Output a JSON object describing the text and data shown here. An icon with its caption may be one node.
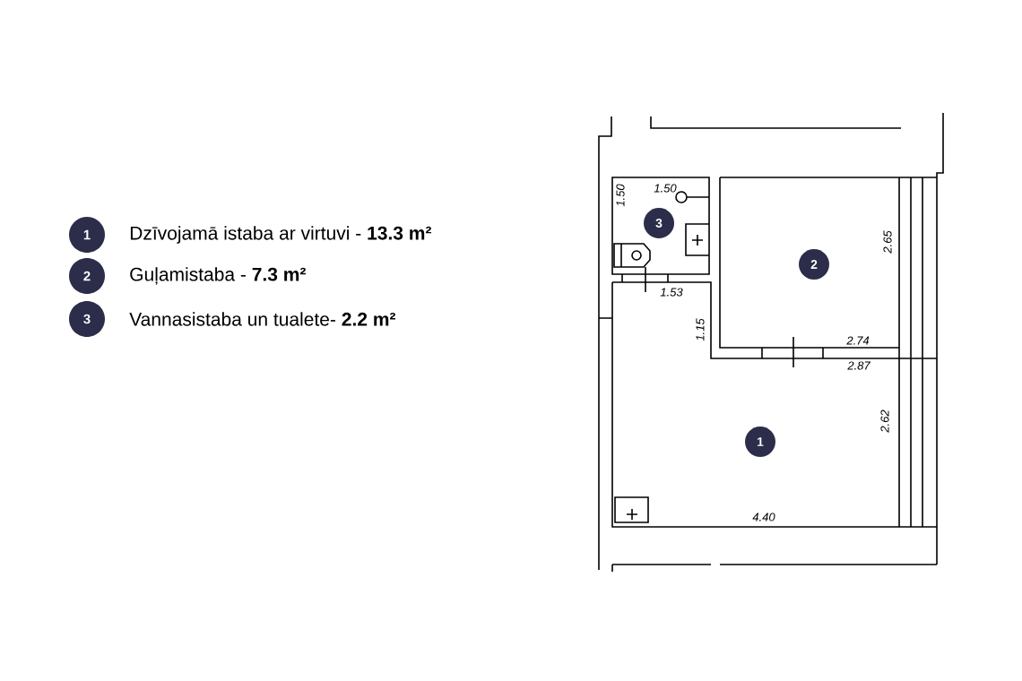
{
  "diagram": {
    "nodes": [
      {
        "text": [
          "1"
        ],
        "beside": [
          "Dzīvojamā istaba ar virtuvi - **13.3 m²**"
        ]
      },
      {
        "text": [
          "2"
        ],
        "beside": [
          "Guļamistaba - **7.3 m²**"
        ]
      },
      {
        "text": [
          "3"
        ],
        "beside": [
          "Vannasistaba un tualete- **2.2 m²**"
        ]
      },
      {
        "text": [
          "3"
        ]
      },
      {
        "text": [
          "2"
        ]
      },
      {
        "text": [
          "1"
        ]
      }
    ],
    "labels": [
      "1.50",
      "1.50",
      "1.53",
      "1.15",
      "2.65",
      "2.74",
      "2.87",
      "2.62",
      "4.40"
    ]
  }
}
